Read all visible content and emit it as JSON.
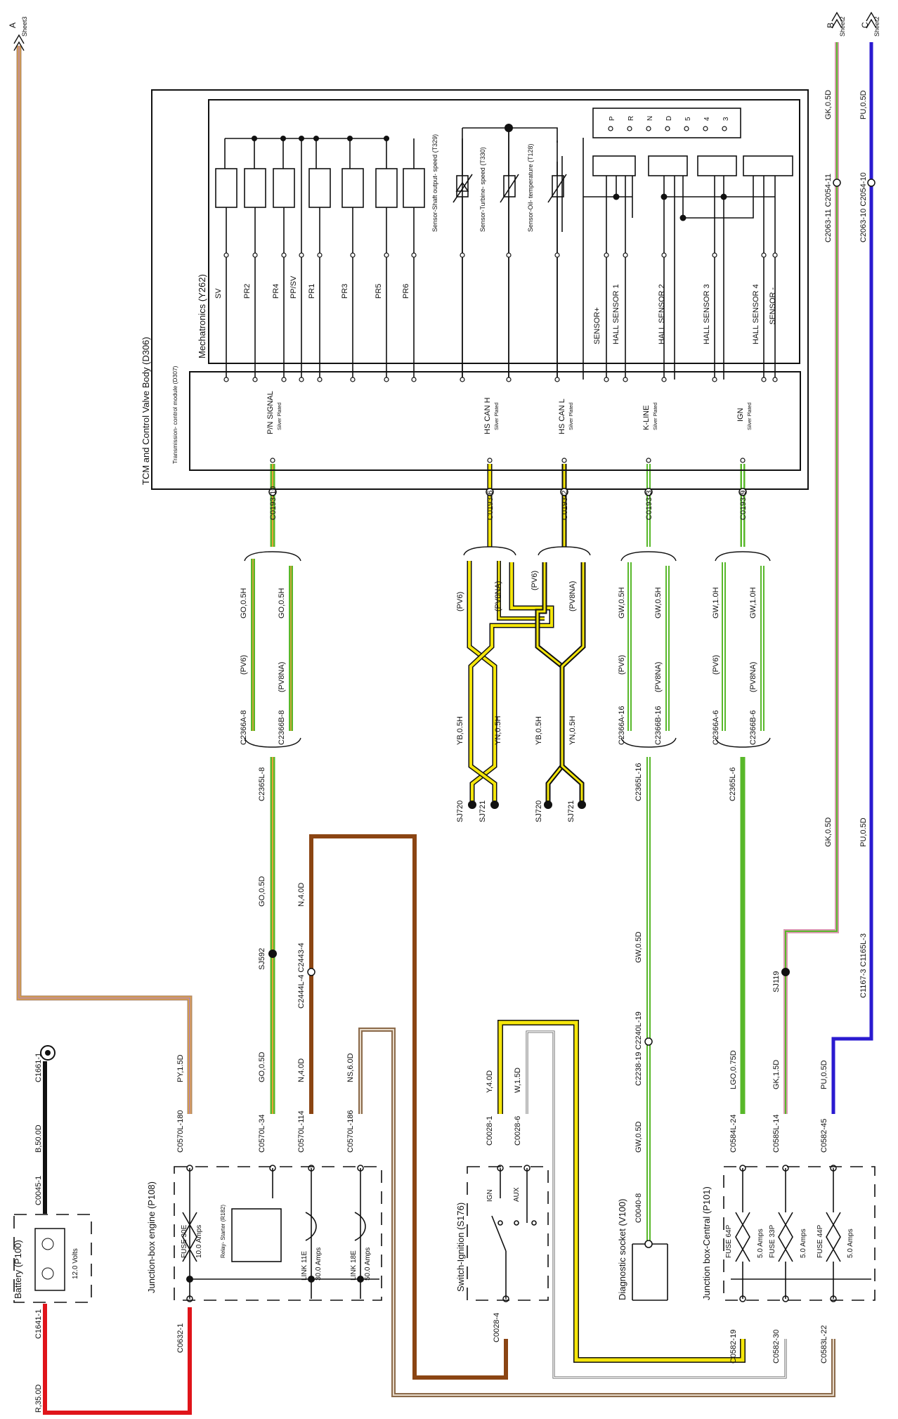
{
  "page_refs": [
    {
      "letter": "A",
      "sheet": "Sheet3"
    },
    {
      "letter": "B",
      "sheet": "Sheet2"
    },
    {
      "letter": "C",
      "sheet": "Sheet2"
    }
  ],
  "tcm": {
    "title": "TCM and Control Valve Body (D306)",
    "module_title": "Transmission- control module (D307)",
    "pins": [
      {
        "label": "P/N SIGNAL",
        "sub": "Silver Plated",
        "connector": "C0193-10"
      },
      {
        "label": "HS CAN H",
        "sub": "Silver Plated",
        "connector": "C0193-6"
      },
      {
        "label": "HS CAN L",
        "sub": "Silver Plated",
        "connector": "C0193-2"
      },
      {
        "label": "K-LINE",
        "sub": "Silver Plated",
        "connector": "C0193-3"
      },
      {
        "label": "IGN",
        "sub": "Silver Plated",
        "connector": "C0193-9"
      }
    ]
  },
  "mechatronics": {
    "title": "Mechatronics (Y262)",
    "solenoids": [
      "SV",
      "PR2",
      "PR4",
      "PP/SV",
      "PR1",
      "PR3",
      "PR5",
      "PR6"
    ],
    "sensors": [
      "Sensor-Shaft output- speed (T329)",
      "Sensor-Turbine- speed (T330)",
      "Sensor-Oil- temperature (T128)"
    ],
    "hall": [
      "SENSOR+",
      "HALL SENSOR 1",
      "HALL SENSOR 2",
      "HALL SENSOR 3",
      "HALL SENSOR 4",
      "SENSOR -"
    ],
    "gears": [
      "P",
      "R",
      "N",
      "D",
      "5",
      "4",
      "3"
    ]
  },
  "harness": {
    "pv6": "(PV6)",
    "pv8na": "(PV8NA)",
    "pn": {
      "a": "C2366A-8",
      "b": "C2366B-8",
      "top": "C2365L-8",
      "w1": "GO,0.5H",
      "w2": "GO,0.5H"
    },
    "canh": {
      "w1": "YB,0.5H",
      "w2": "YN,0.5H",
      "sj1": "SJ720",
      "sj2": "SJ721"
    },
    "canl": {
      "w1": "YB,0.5H",
      "w2": "YN,0.5H",
      "sj1": "SJ720",
      "sj2": "SJ721"
    },
    "kline": {
      "a": "C2366A-16",
      "b": "C2366B-16",
      "top": "C2365L-16",
      "w1": "GW,0.5H",
      "w2": "GW,0.5H"
    },
    "ign": {
      "a": "C2366A-6",
      "b": "C2366B-6",
      "top": "C2365L-6",
      "w1": "GW,1.0H",
      "w2": "GW,1.0H"
    }
  },
  "right_wires": {
    "gk_top": "GK,0.5D",
    "pu_top": "PU,0.5D",
    "c11": "C2063-11 C2054-11",
    "c10": "C2063-10 C2054-10",
    "gk_mid": "GK,0.5D",
    "pu_mid": "PU,0.5D",
    "sj119": "SJ119",
    "c1167": "C1167-3 C1165L-3"
  },
  "mid_labels": {
    "go_upper": "GO,0.5D",
    "sj592": "SJ592",
    "n_upper": "N,4.0D",
    "c2444": "C2444L-4 C2443-4",
    "gw_upper": "GW,0.5D",
    "c2238": "C2238-19 C2240L-19"
  },
  "battery": {
    "title": "Battery (P100)",
    "volts": "12.0 Volts",
    "c_left": "C1641-1",
    "c0045": "C0045-1",
    "c1661": "C1661-1",
    "b50": "B,50.0D",
    "r350": "R,35.0D"
  },
  "jbe": {
    "title": "Junction-box engine (P108)",
    "fuse": {
      "name": "FUSE 30E",
      "amps": "10.0 Amps"
    },
    "relay": "Relay- Starter (R182)",
    "link11": {
      "name": "LINK 11E",
      "amps": "30.0 Amps"
    },
    "link18": {
      "name": "LINK 18E",
      "amps": "50.0 Amps"
    },
    "c180": "C0570L-180",
    "py": "PY,1.5D",
    "c34": "C0570L-34",
    "go": "GO,0.5D",
    "c114": "C0570L-114",
    "n4": "N,4.0D",
    "c186": "C0570L-186",
    "ns": "NS,6.0D",
    "c0632": "C0632-1"
  },
  "ignsw": {
    "title": "Switch-Ignition (S176)",
    "ign": "IGN",
    "aux": "AUX",
    "c1": "C0028-1",
    "y": "Y,4.0D",
    "c6": "C0028-6",
    "w": "W,1.5D",
    "c4": "C0028-4"
  },
  "diag": {
    "title": "Diagnostic socket (V100)",
    "c8": "C0040-8",
    "gw": "GW,0.5D"
  },
  "jbc": {
    "title": "Junction box-Central (P101)",
    "f64": {
      "name": "FUSE 64P",
      "amps": "5.0 Amps"
    },
    "f33": {
      "name": "FUSE 33P",
      "amps": "5.0 Amps"
    },
    "f44": {
      "name": "FUSE 44P",
      "amps": "5.0 Amps"
    },
    "c24": "C0584L-24",
    "lgo": "LGO,0.75D",
    "c14": "C0585L-14",
    "gk": "GK,1.5D",
    "c45": "C0582-45",
    "pu": "PU,0.5D",
    "c19": "C0582-19",
    "c30": "C0582-30",
    "c22": "C0583L-22"
  },
  "colors": {
    "orange": "#e8a33a",
    "purple": "#9b7fd4",
    "green": "#58b82a",
    "yellow": "#f5e60a",
    "brown": "#8b4513",
    "red": "#e0141a",
    "blue": "#2a1ad0",
    "tan": "#b08a6a",
    "pink": "#d89ab0"
  }
}
